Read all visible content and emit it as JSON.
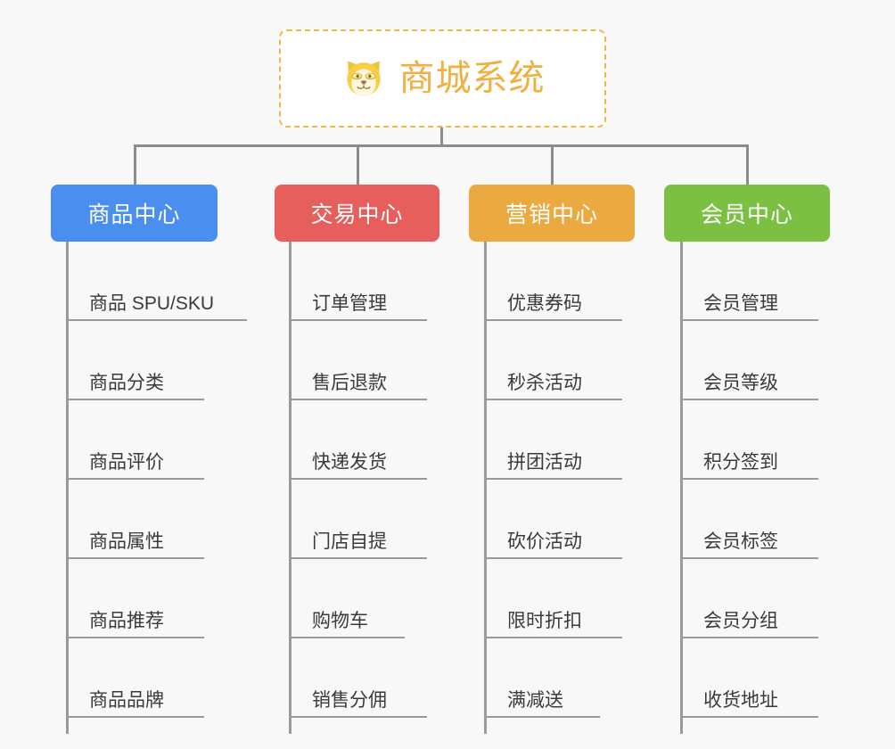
{
  "diagram": {
    "type": "mindmap-tree",
    "background_color": "#f8f8f9",
    "root": {
      "label": "商城系统",
      "icon": "dog-face-emoji",
      "icon_glyph": "🐶",
      "text_color": "#f0b041",
      "border_color": "#f1b943",
      "background_color": "#ffffff"
    },
    "connector_color": "#8c8c8c",
    "branches": [
      {
        "label": "商品中心",
        "color": "#4a8ef0",
        "items": [
          "商品 SPU/SKU",
          "商品分类",
          "商品评价",
          "商品属性",
          "商品推荐",
          "商品品牌"
        ]
      },
      {
        "label": "交易中心",
        "color": "#e65f5c",
        "items": [
          "订单管理",
          "售后退款",
          "快递发货",
          "门店自提",
          "购物车",
          "销售分佣"
        ]
      },
      {
        "label": "营销中心",
        "color": "#eaa941",
        "items": [
          "优惠券码",
          "秒杀活动",
          "拼团活动",
          "砍价活动",
          "限时折扣",
          "满减送"
        ]
      },
      {
        "label": "会员中心",
        "color": "#7bc043",
        "items": [
          "会员管理",
          "会员等级",
          "积分签到",
          "会员标签",
          "会员分组",
          "收货地址"
        ]
      }
    ]
  }
}
